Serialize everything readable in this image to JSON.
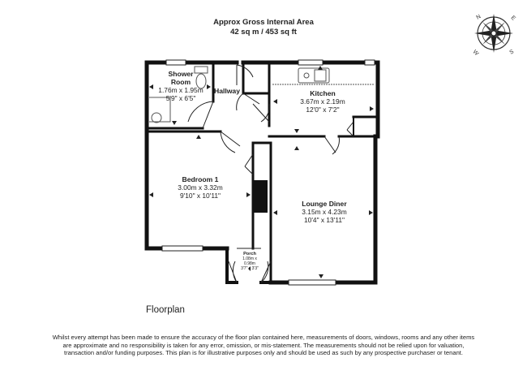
{
  "header": {
    "line1": "Approx Gross Internal Area",
    "line2": "42 sq m / 453 sq ft"
  },
  "compass": {
    "n": "N",
    "s": "S",
    "e": "E",
    "w": "W"
  },
  "rooms": {
    "shower": {
      "name_line1": "Shower",
      "name_line2": "Room",
      "metric": "1.76m x 1.95m",
      "imperial": "5'9\" x 6'5\""
    },
    "hallway": {
      "name": "Hallway"
    },
    "kitchen": {
      "name": "Kitchen",
      "metric": "3.67m x 2.19m",
      "imperial": "12'0\" x 7'2\""
    },
    "bedroom": {
      "name": "Bedroom 1",
      "metric": "3.00m x 3.32m",
      "imperial": "9'10\" x 10'11\""
    },
    "lounge": {
      "name": "Lounge Diner",
      "metric": "3.15m x 4.23m",
      "imperial": "10'4\" x 13'11\""
    },
    "porch": {
      "name": "Porch",
      "metric": "1.08m x 0.98m",
      "imperial": "3'7\" x 3'3\""
    }
  },
  "plan_title": "Floorplan",
  "disclaimer": "Whilst every attempt has been made to ensure the accuracy of the floor plan contained here, measurements of doors, windows, rooms and any other items are approximate and no responsibility is taken for any error, omission, or mis-statement. The measurements should not be relied upon for valuation, transaction and/or funding purposes. This plan is for illustrative purposes only and should be used as such by any prospective purchaser or tenant.",
  "colors": {
    "wall": "#111111",
    "line": "#222222",
    "fixture": "#555555"
  }
}
